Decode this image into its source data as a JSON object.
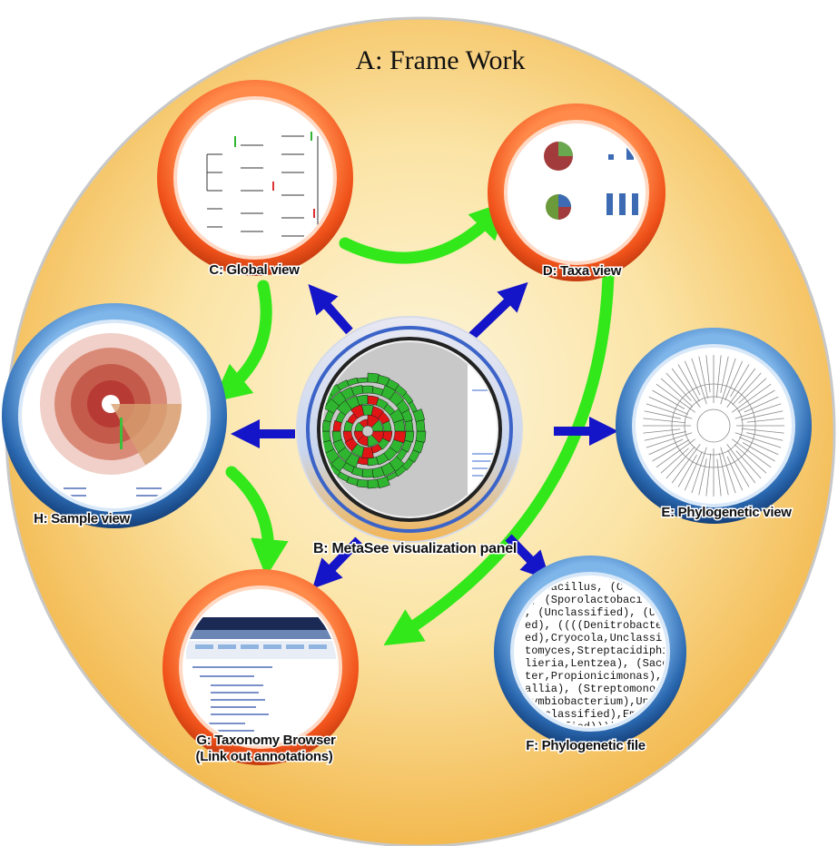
{
  "title": "A: Frame Work",
  "center_label": "B: MetaSee visualization panel",
  "nodes": {
    "global_view": "C: Global view",
    "taxa_view": "D: Taxa view",
    "phylogenetic_view": "E: Phylogenetic view",
    "phylogenetic_file": "F: Phylogenetic file",
    "taxonomy_browser_line1": "G: Taxonomy Browser",
    "taxonomy_browser_line2": "(Link out annotations)",
    "sample_view": "H: Sample view"
  },
  "phylo_file_lines": [
    "inibacillus, (C",
    "), (Sporolactobacill",
    ", (Unclassified), (Uncla",
    "ed), ((((Denitrobacterium,",
    "ed),Cryocola,Unclassified),",
    "tomyces,Streptacidiphilus)),",
    "lieria,Lentzea), (Saccharomo",
    "ter,Propionicimonas), ((Uncl",
    "allia), (Streptomonospora,",
    "Symbiobacterium),Unclas",
    "(Unclassified),Emped",
    "classified)))),"
  ],
  "colors": {
    "background_outer": "#fbf1c9",
    "background_inner": "#f6c46a",
    "orange_ring": "#f05a1c",
    "blue_ring": "#2a68b0",
    "blue_arrow": "#1414c8",
    "green_arrow": "#33e81a",
    "sunburst_green": "#2fb52f",
    "sunburst_red": "#e01616"
  }
}
